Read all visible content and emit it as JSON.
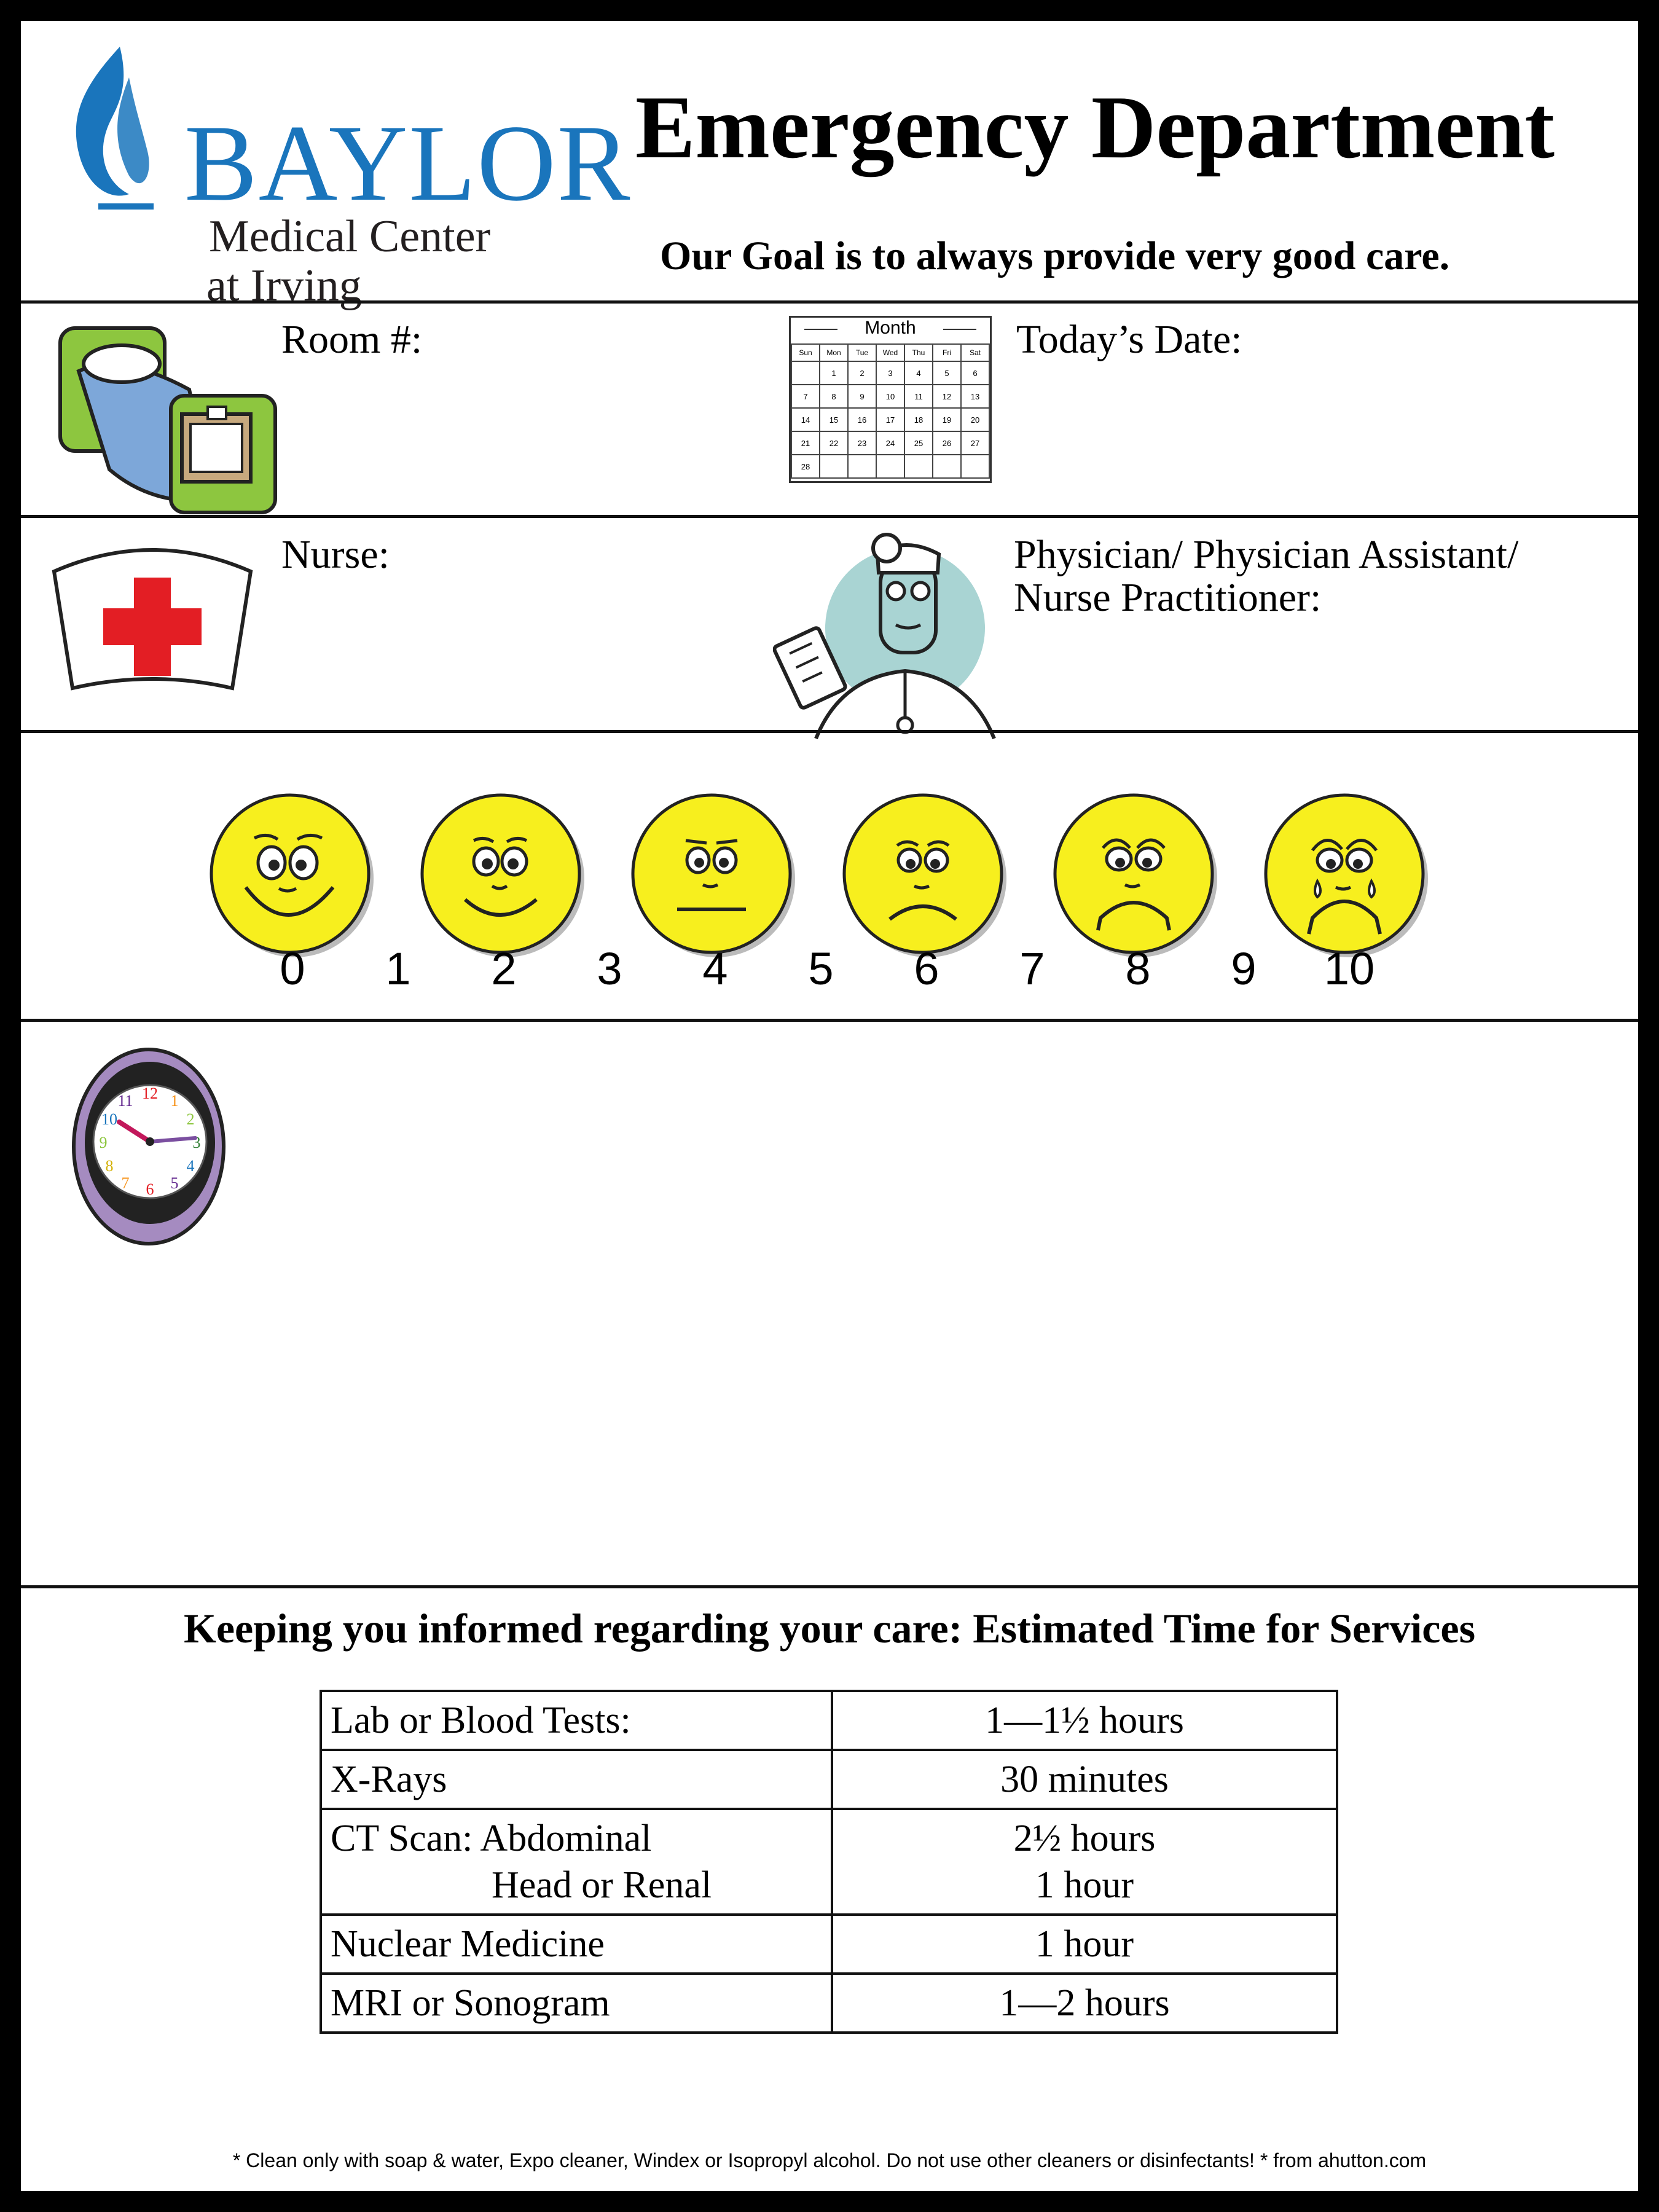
{
  "header": {
    "logo_name": "BAYLOR",
    "logo_line1": "Medical Center",
    "logo_line2": "at Irving",
    "title": "Emergency Department",
    "goal": "Our Goal is to always provide very good care."
  },
  "row1": {
    "room_label": "Room #:",
    "date_label": "Today’s Date:",
    "calendar": {
      "month": "Month",
      "weekdays": [
        "Sun",
        "Mon",
        "Tue",
        "Wed",
        "Thu",
        "Fri",
        "Sat"
      ],
      "weeks": [
        [
          "",
          "1",
          "2",
          "3",
          "4",
          "5",
          "6"
        ],
        [
          "7",
          "8",
          "9",
          "10",
          "11",
          "12",
          "13"
        ],
        [
          "14",
          "15",
          "16",
          "17",
          "18",
          "19",
          "20"
        ],
        [
          "21",
          "22",
          "23",
          "24",
          "25",
          "26",
          "27"
        ],
        [
          "28",
          "",
          "",
          "",
          "",
          "",
          ""
        ]
      ]
    }
  },
  "row2": {
    "nurse_label": "Nurse:",
    "physician_label_line1": "Physician/ Physician Assistant/",
    "physician_label_line2": "Nurse Practitioner:"
  },
  "pain_scale": {
    "numbers": [
      "0",
      "1",
      "2",
      "3",
      "4",
      "5",
      "6",
      "7",
      "8",
      "9",
      "10"
    ],
    "face_color": "#f7ef1e"
  },
  "services": {
    "title": "Keeping you informed regarding your care: Estimated Time for Services",
    "rows": [
      {
        "name": "Lab or Blood Tests:",
        "time": "1—1½ hours"
      },
      {
        "name": "X-Rays",
        "time": "30 minutes"
      },
      {
        "name": "CT Scan: Abdominal",
        "name2": "Head or Renal",
        "time": "2½ hours",
        "time2": "1 hour"
      },
      {
        "name": "Nuclear Medicine",
        "time": "1 hour"
      },
      {
        "name": "MRI or Sonogram",
        "time": "1—2 hours"
      }
    ]
  },
  "footnote": "* Clean only with soap & water, Expo cleaner, Windex or Isopropyl alcohol.  Do not use other cleaners or disinfectants! *  from ahutton.com",
  "colors": {
    "brand_blue": "#1a75bc",
    "cross_red": "#e31e24",
    "clock_purple": "#a58bc0",
    "doctor_teal": "#a9d4d3"
  }
}
